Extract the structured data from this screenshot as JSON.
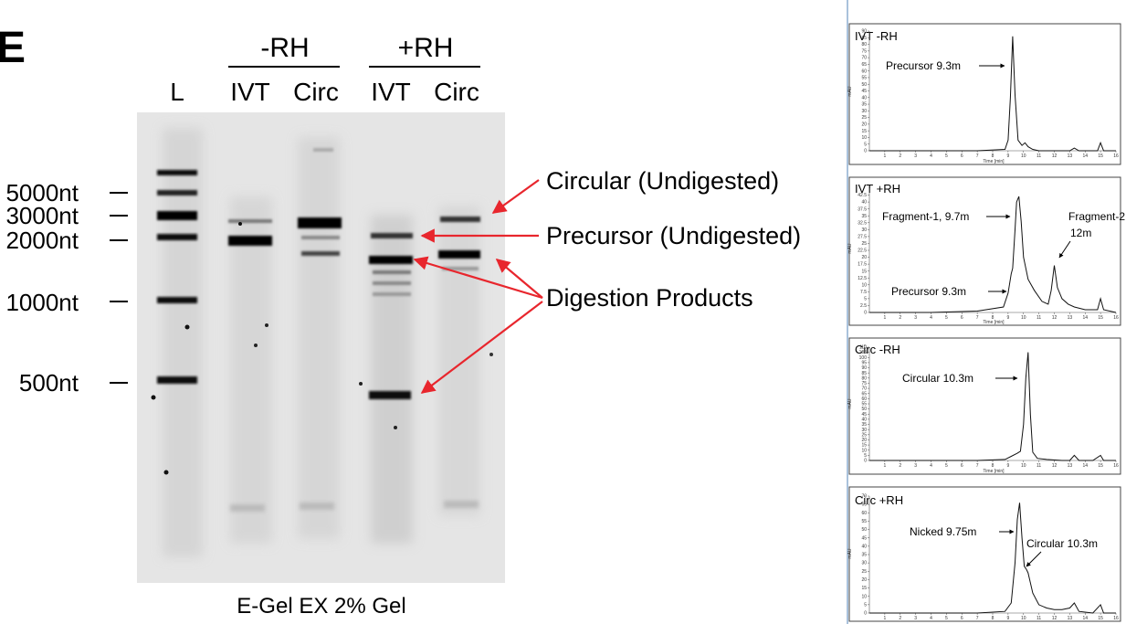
{
  "figure": {
    "panel_letter": "E",
    "gel": {
      "groups": [
        {
          "label": "-RH"
        },
        {
          "label": "+RH"
        }
      ],
      "lanes": [
        "L",
        "IVT",
        "Circ",
        "IVT",
        "Circ"
      ],
      "markers": [
        "5000nt",
        "3000nt",
        "2000nt",
        "1000nt",
        "500nt"
      ],
      "annotations": [
        "Circular (Undigested)",
        "Precursor (Undigested)",
        "Digestion Products"
      ],
      "caption": "E-Gel EX 2% Gel"
    },
    "chromatograms": [
      {
        "title": "IVT -RH",
        "labels": [
          "Precursor 9.3m"
        ],
        "xlabel": "Time [min]",
        "ylabel": "mAU"
      },
      {
        "title": "IVT +RH",
        "labels": [
          "Fragment-1, 9.7m",
          "Fragment-2",
          "12m",
          "Precursor 9.3m"
        ],
        "xlabel": "Time [min]",
        "ylabel": "mAU"
      },
      {
        "title": "Circ -RH",
        "labels": [
          "Circular 10.3m"
        ],
        "xlabel": "Time [min]",
        "ylabel": "mAU"
      },
      {
        "title": "Circ +RH",
        "labels": [
          "Nicked 9.75m",
          "Circular 10.3m"
        ],
        "xlabel": "",
        "ylabel": "mAU"
      }
    ]
  },
  "chart_data": [
    {
      "type": "line",
      "title": "IVT -RH",
      "xlabel": "Time [min]",
      "ylabel": "mAU",
      "xlim": [
        0,
        16
      ],
      "ylim": [
        0,
        90
      ],
      "x_ticks": [
        1,
        2,
        3,
        4,
        5,
        6,
        7,
        8,
        9,
        10,
        11,
        12,
        13,
        14,
        15,
        16
      ],
      "y_ticks": [
        0,
        5,
        10,
        15,
        20,
        25,
        30,
        35,
        40,
        45,
        50,
        55,
        60,
        65,
        70,
        75,
        80,
        85,
        90
      ],
      "series": [
        {
          "x": [
            0,
            4,
            7,
            8.8,
            9.0,
            9.15,
            9.3,
            9.45,
            9.65,
            9.9,
            10.1,
            10.3,
            10.6,
            11,
            12,
            13,
            13.3,
            13.6,
            14,
            14.8,
            15,
            15.2,
            16
          ],
          "y": [
            0,
            0,
            0,
            1,
            8,
            40,
            86,
            42,
            8,
            4,
            6,
            3,
            1,
            0,
            0,
            0,
            2,
            0,
            0,
            0,
            6,
            0,
            0
          ]
        }
      ]
    },
    {
      "type": "line",
      "title": "IVT +RH",
      "xlabel": "Time [min]",
      "ylabel": "mAU",
      "xlim": [
        0,
        16
      ],
      "ylim": [
        0,
        45
      ],
      "x_ticks": [
        1,
        2,
        3,
        4,
        5,
        6,
        7,
        8,
        9,
        10,
        11,
        12,
        13,
        14,
        15,
        16
      ],
      "y_ticks": [
        0,
        2.5,
        5,
        7.5,
        10,
        12.5,
        15,
        17.5,
        20,
        22.5,
        25,
        27.5,
        30,
        32.5,
        35,
        37.5,
        40,
        42.5
      ],
      "series": [
        {
          "x": [
            0,
            4,
            7,
            8.7,
            9.0,
            9.2,
            9.3,
            9.45,
            9.55,
            9.7,
            9.85,
            10.0,
            10.3,
            10.7,
            11.2,
            11.6,
            11.8,
            12.0,
            12.2,
            12.5,
            12.9,
            13.3,
            14,
            14.8,
            15,
            15.2,
            16
          ],
          "y": [
            0,
            0,
            0.5,
            2,
            7,
            14,
            16,
            30,
            40,
            42,
            33,
            20,
            12,
            8,
            4,
            3,
            8,
            17,
            9,
            5,
            3,
            2,
            1,
            1,
            5,
            1,
            0
          ]
        }
      ]
    },
    {
      "type": "line",
      "title": "Circ -RH",
      "xlabel": "Time [min]",
      "ylabel": "mAU",
      "xlim": [
        0,
        16
      ],
      "ylim": [
        0,
        110
      ],
      "x_ticks": [
        1,
        2,
        3,
        4,
        5,
        6,
        7,
        8,
        9,
        10,
        11,
        12,
        13,
        14,
        15,
        16
      ],
      "y_ticks": [
        0,
        5,
        10,
        15,
        20,
        25,
        30,
        35,
        40,
        45,
        50,
        55,
        60,
        65,
        70,
        75,
        80,
        85,
        90,
        95,
        100,
        105,
        110
      ],
      "series": [
        {
          "x": [
            0,
            4,
            7,
            8.8,
            9.2,
            9.6,
            9.8,
            10.0,
            10.15,
            10.3,
            10.45,
            10.6,
            10.9,
            11.5,
            12.5,
            13,
            13.3,
            13.6,
            14.5,
            15,
            15.2,
            16
          ],
          "y": [
            0,
            0,
            0,
            1,
            4,
            7,
            9,
            35,
            80,
            105,
            45,
            8,
            2,
            1,
            0,
            0,
            5,
            0,
            0,
            5,
            0,
            0
          ]
        }
      ]
    },
    {
      "type": "line",
      "title": "Circ +RH",
      "xlabel": "",
      "ylabel": "mAU",
      "xlim": [
        0,
        16
      ],
      "ylim": [
        0,
        70
      ],
      "x_ticks": [
        1,
        2,
        3,
        4,
        5,
        6,
        7,
        8,
        9,
        10,
        11,
        12,
        13,
        14,
        15,
        16
      ],
      "y_ticks": [
        0,
        5,
        10,
        15,
        20,
        25,
        30,
        35,
        40,
        45,
        50,
        55,
        60,
        65,
        70
      ],
      "series": [
        {
          "x": [
            0,
            4,
            7,
            8.8,
            9.2,
            9.45,
            9.6,
            9.75,
            9.9,
            10.05,
            10.2,
            10.3,
            10.6,
            11,
            11.5,
            12,
            12.5,
            13,
            13.3,
            13.6,
            14.5,
            15,
            15.2,
            16
          ],
          "y": [
            0,
            0,
            0,
            1,
            6,
            30,
            56,
            66,
            45,
            28,
            26,
            24,
            12,
            5,
            3,
            2,
            2,
            3,
            6,
            1,
            0,
            5,
            0,
            0
          ]
        }
      ]
    }
  ]
}
